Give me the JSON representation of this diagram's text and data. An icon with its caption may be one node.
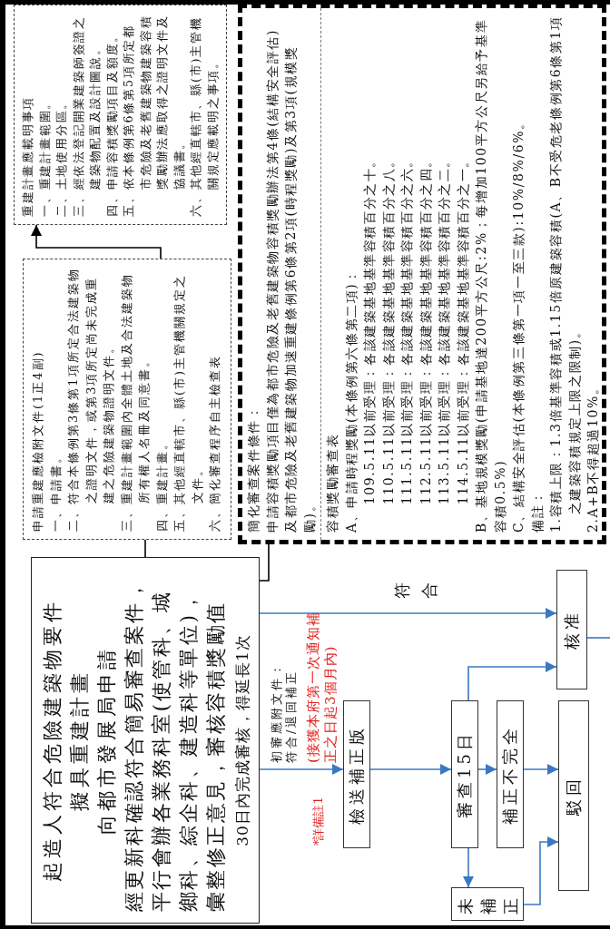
{
  "diagram": {
    "nodes": [
      {
        "text": [
          "起造人符合危險建築物要件",
          "擬具重建計畫",
          "向都市發展局申請",
          "經更新科確認符合簡易審查案件，平行會辦各業務科室(使管科、城鄉科、綜企科、建造科等單位)，彙整修正意見，審核容積獎勵值",
          "30日內完成審核，得延長1次"
        ]
      },
      {
        "text": [
          "申請重建應檢附文件(1正4副)",
          "一、申請書。",
          "二、符合本條例第3條第1項所定合法建築物之證明文件，或第3項所定尚未完成重建之危險建築物證明文件。",
          "三、重建計畫範圍內全體土地及合法建築物所有權人名冊及同意書。",
          "四、重建計畫。",
          "五、其他經直轄市、縣(市)主管機關規定之文件。",
          "六、簡化審查程序自主檢查表"
        ]
      },
      {
        "text": [
          "重建計畫應載明事項",
          "一、重建計畫範圍。",
          "二、土地使用分區。",
          "三、經依法登記開業建築師簽證之建築物配置及設計圖說。",
          "四、申請容積獎勵項目及額度。",
          "五、依本條例第6條第5項所定都市危險及老舊建築物建築容積獎勵辦法應取得之證明文件及協議書。",
          "六、其他經直轄市、縣(市)主管機關規定應載明之事項。"
        ]
      },
      {
        "text": [
          "簡化審查案件條件：",
          "申請容積獎勵項目僅為都市危險及老舊建築物容積獎勵辦法第4條(結構安全評估)及都市危險及老舊建築物加速重建條例第6條第2項(時程獎勵)及第3項(規模獎勵)。",
          "容積獎勵審查表",
          "A、申請時程獎勵(本條例第六條第二項)：",
          "109.5.11以前受理：各該建築基地基準容積百分之十。",
          "110.5.11以前受理：各該建築基地基準容積百分之八。",
          "111.5.11以前受理：各該建築基地基準容積百分之六。",
          "112.5.11以前受理：各該建築基地基準容積百分之四。",
          "113.5.11以前受理：各該建築基地基準容積百分之二。",
          "114.5.11以前受理：各該建築基地基準容積百分之一。",
          "B、基地規模獎勵(申請基地達200平方公尺:2%；每增加100平方公尺另給予基準容積0.5%)",
          "C、結構安全評估(本條例第三條第一項一至三款):10%/8%/6%。",
          "備註：",
          "1.容積上限：1.3倍基準容積或1.15倍原建築容積(A、B不受危老條例第6條第1項之建築容積規定上限之限制)。",
          "2.A+B不得超過10%。"
        ]
      },
      {
        "text": [
          "檢送補正版"
        ]
      },
      {
        "text": [
          "審查15日"
        ]
      },
      {
        "text": [
          "補正不完全"
        ]
      },
      {
        "text": [
          "未補正"
        ]
      },
      {
        "text": [
          "核准"
        ]
      },
      {
        "text": [
          "駁回"
        ]
      }
    ],
    "edges": [
      {
        "from": 0,
        "to": 1,
        "arrow": "none",
        "color": "#000000"
      },
      {
        "from": 0,
        "to": 3,
        "arrow": "none",
        "color": "#000000"
      },
      {
        "from": 1,
        "to": 2,
        "arrow": "to",
        "color": "#000000"
      },
      {
        "from": 0,
        "to": 8,
        "arrow": "to",
        "label": "符合"
      },
      {
        "from": 0,
        "to": 4,
        "arrow": "to",
        "label": "初審應附文件：符合/退回補正"
      },
      {
        "from": 4,
        "to": 5,
        "arrow": "to"
      },
      {
        "from": 5,
        "to": 8,
        "arrow": "to"
      },
      {
        "from": 5,
        "to": 6,
        "arrow": "to"
      },
      {
        "from": 6,
        "to": 9,
        "arrow": "to"
      },
      {
        "from": 5,
        "to": 7,
        "arrow": "to"
      },
      {
        "from": 7,
        "to": 9,
        "arrow": "to"
      },
      {
        "from": 8,
        "to": null,
        "arrow": "none"
      }
    ],
    "labels": [
      "(接獲本府第一次通知補正之日起3個月內)",
      "*詳備註1"
    ]
  }
}
